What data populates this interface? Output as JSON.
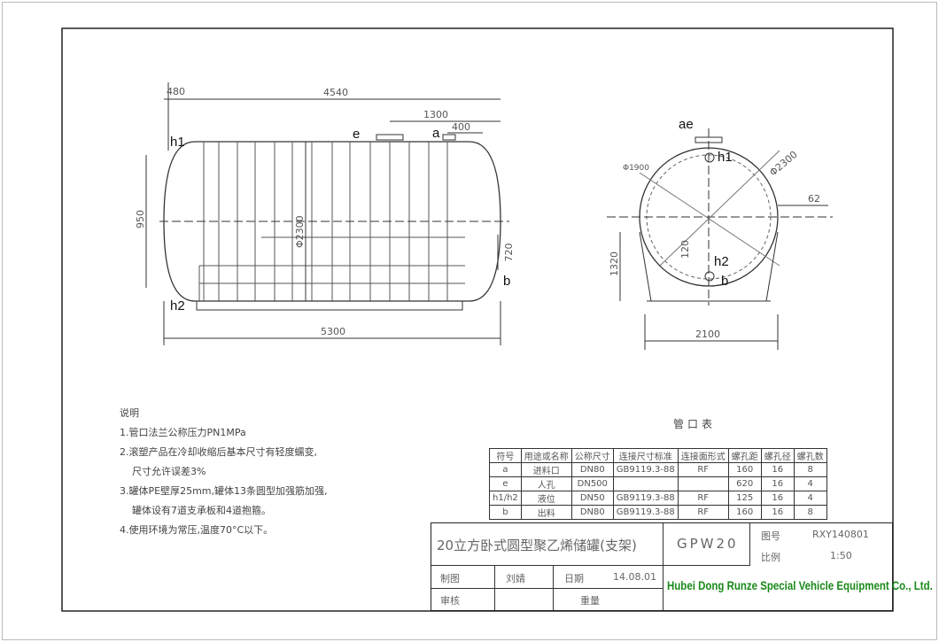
{
  "labels": {
    "h1": "h1",
    "h2": "h2",
    "e": "e",
    "a": "a",
    "b": "b",
    "ae": "ae"
  },
  "dims_side": {
    "d480": "480",
    "d4540": "4540",
    "d1300": "1300",
    "d400": "400",
    "d950": "950",
    "d2300": "Φ2300",
    "d720": "720",
    "d5300": "5300"
  },
  "dims_end": {
    "d1900": "Φ1900",
    "d2300": "Φ2300",
    "d62": "62",
    "d120": "120",
    "d1320": "1320",
    "d2100": "2100"
  },
  "notes": {
    "title": "说明",
    "n1": "1.管口法兰公称压力PN1MPa",
    "n2a": "2.滚塑产品在冷却收缩后基本尺寸有轻度蠕变,",
    "n2b": "尺寸允许误差3%",
    "n3a": "3.罐体PE壁厚25mm,罐体13条圆型加强筋加强,",
    "n3b": "罐体设有7道支承板和4道抱箍。",
    "n4": "4.使用环境为常压,温度70°C以下。"
  },
  "pipe_table": {
    "title": "管口表",
    "headers": [
      "符号",
      "用途或名称",
      "公称尺寸",
      "连接尺寸标准",
      "连接面形式",
      "螺孔距",
      "螺孔径",
      "螺孔数"
    ],
    "rows": [
      [
        "a",
        "进料口",
        "DN80",
        "GB9119.3-88",
        "RF",
        "160",
        "16",
        "8"
      ],
      [
        "e",
        "人孔",
        "DN500",
        "",
        "",
        "620",
        "16",
        "4"
      ],
      [
        "h1/h2",
        "液位",
        "DN50",
        "GB9119.3-88",
        "RF",
        "125",
        "16",
        "4"
      ],
      [
        "b",
        "出料",
        "DN80",
        "GB9119.3-88",
        "RF",
        "160",
        "16",
        "8"
      ]
    ]
  },
  "title_block": {
    "name": "20立方卧式圆型聚乙烯储罐(支架)",
    "model": "GPW20",
    "drawing_no_label": "图号",
    "drawing_no": "RXY140801",
    "scale_label": "比例",
    "scale": "1:50",
    "drawn_label": "制图",
    "drawn_by": "刘婧",
    "date_label": "日期",
    "date": "14.08.01",
    "review_label": "审核",
    "weight_label": "重量",
    "company": "Hubei Dong Runze Special Vehicle Equipment Co., Ltd.",
    "company_color": "#1a8a1a"
  }
}
